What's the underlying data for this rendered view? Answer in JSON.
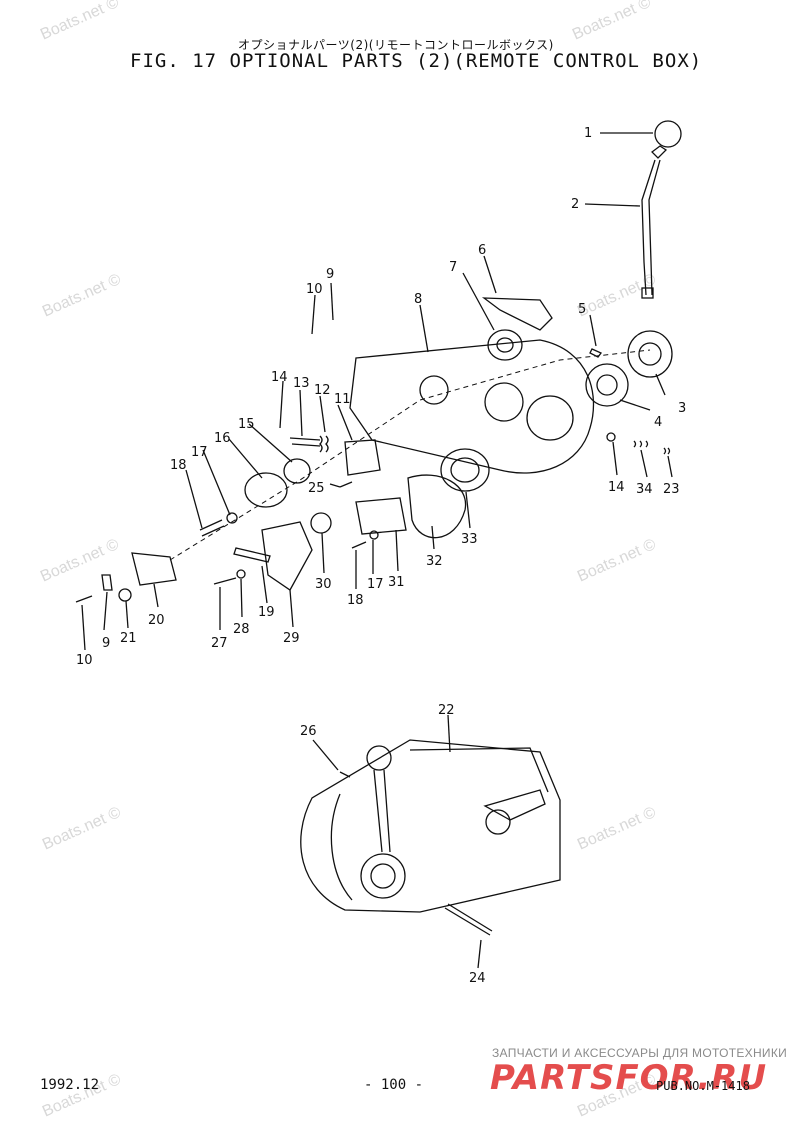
{
  "header": {
    "subtitle_jp": "オプショナルパーツ(2)(リモートコントロールボックス)",
    "title": "FIG. 17   OPTIONAL PARTS (2)(REMOTE CONTROL BOX)"
  },
  "footer": {
    "date": "1992.12",
    "page": "- 100 -",
    "pub_no": "PUB.NO.M-1418"
  },
  "watermark": {
    "text": "Boats.net ©",
    "color": "#d8d8d8"
  },
  "brand": {
    "tagline": "ЗАПЧАСТИ И АКСЕССУАРЫ ДЛЯ МОТОТЕХНИКИ",
    "name": "PARTSFOR.RU",
    "color": "#e23a3a"
  },
  "callouts": {
    "c1": "1",
    "c2": "2",
    "c3": "3",
    "c4": "4",
    "c5": "5",
    "c6": "6",
    "c7": "7",
    "c8": "8",
    "c9a": "9",
    "c9b": "9",
    "c10a": "10",
    "c10b": "10",
    "c11": "11",
    "c12": "12",
    "c13": "13",
    "c14a": "14",
    "c14b": "14",
    "c15": "15",
    "c16": "16",
    "c17a": "17",
    "c17b": "17",
    "c18a": "18",
    "c18b": "18",
    "c19": "19",
    "c20": "20",
    "c21": "21",
    "c22": "22",
    "c23": "23",
    "c24": "24",
    "c25": "25",
    "c26": "26",
    "c27": "27",
    "c28": "28",
    "c29": "29",
    "c30": "30",
    "c31": "31",
    "c32": "32",
    "c33": "33",
    "c34": "34"
  }
}
